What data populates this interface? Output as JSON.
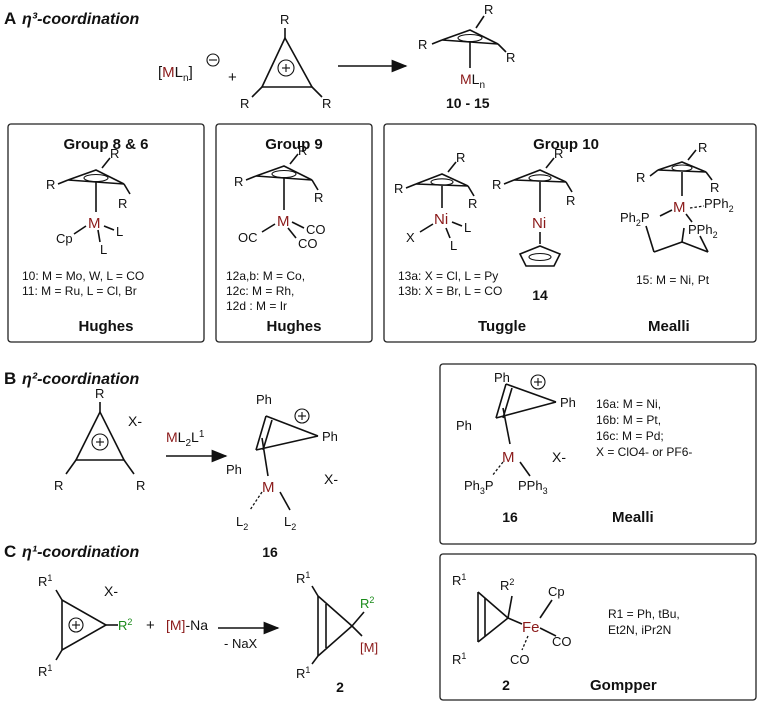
{
  "sections": {
    "a": {
      "letter": "A",
      "title": "η³-coordination"
    },
    "b": {
      "letter": "B",
      "title": "η²-coordination"
    },
    "c": {
      "letter": "C",
      "title": "η¹-coordination"
    }
  },
  "reaction_a": {
    "reagent": "[MLn]⊖",
    "plus": "+",
    "product_ml": "MLn",
    "product_label": "10 - 15",
    "r": "R"
  },
  "panels": {
    "group86": {
      "title": "Group 8 & 6",
      "line1": "10: M = Mo, W, L = CO",
      "line2": "11: M = Ru, L = Cl, Br",
      "author": "Hughes"
    },
    "group9": {
      "title": "Group 9",
      "line1": "12a,b: M = Co,",
      "line2": "12c: M = Rh,",
      "line3": "12d : M = Ir",
      "author": "Hughes"
    },
    "group10": {
      "title": "Group 10",
      "line1": "13a: X = Cl, L = Py",
      "line2": "13b: X = Br, L = CO",
      "compound14": "14",
      "line15": "15: M = Ni, Pt",
      "author1": "Tuggle",
      "author2": "Mealli"
    }
  },
  "reaction_b": {
    "anion": "X-",
    "reagent": "ML2L1",
    "product_label": "16",
    "box_label": "16",
    "box_lines": [
      "16a: M = Ni,",
      "16b: M = Pt,",
      "16c: M = Pd;",
      "X = ClO4- or PF6-"
    ],
    "author": "Mealli"
  },
  "reaction_c": {
    "anion": "X-",
    "plus": "+",
    "reagent": "[M]-Na",
    "byproduct": "- NaX",
    "product_label": "2",
    "box_label": "2",
    "box_lines": [
      "R1 = Ph, tBu,",
      "Et2N, iPr2N"
    ],
    "author": "Gompper"
  }
}
